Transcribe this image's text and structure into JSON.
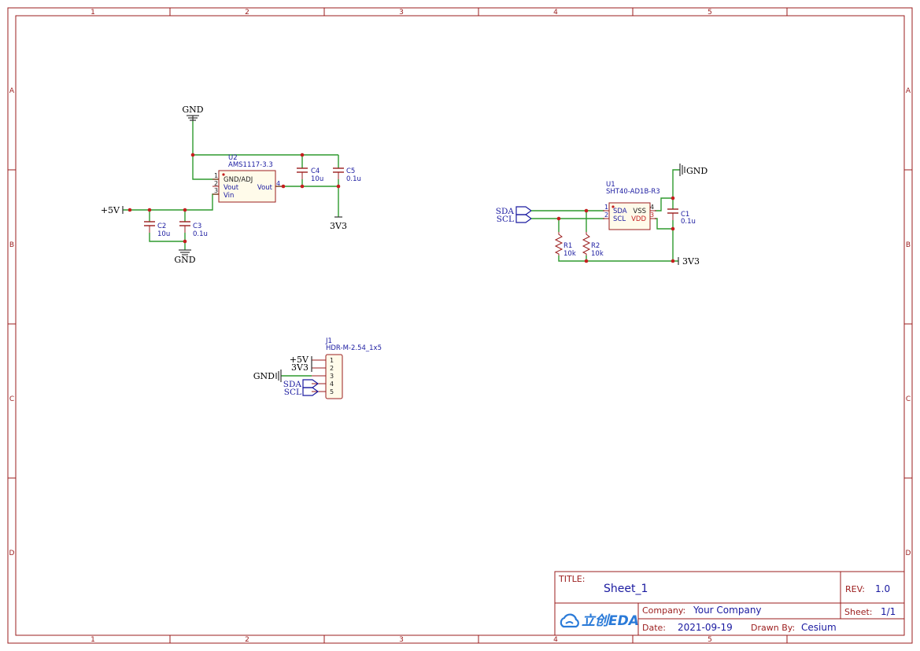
{
  "frame": {
    "columns": [
      "1",
      "2",
      "3",
      "4",
      "5"
    ],
    "rows": [
      "A",
      "B",
      "C",
      "D"
    ]
  },
  "nets": {
    "gnd": "GND",
    "v5": "+5V",
    "v33": "3V3",
    "sda": "SDA",
    "scl": "SCL"
  },
  "u2": {
    "ref": "U2",
    "value": "AMS1117-3.3",
    "pins": [
      {
        "num": "1",
        "name": "GND/ADJ"
      },
      {
        "num": "2",
        "name": "Vout"
      },
      {
        "num": "3",
        "name": "Vin"
      },
      {
        "num": "4",
        "name": "Vout"
      }
    ]
  },
  "u1": {
    "ref": "U1",
    "value": "SHT40-AD1B-R3",
    "pins": [
      {
        "num": "1",
        "name": "SDA"
      },
      {
        "num": "2",
        "name": "SCL"
      },
      {
        "num": "3",
        "name": "VDD"
      },
      {
        "num": "4",
        "name": "VSS"
      }
    ]
  },
  "j1": {
    "ref": "J1",
    "value": "HDR-M-2.54_1x5",
    "pins": [
      "1",
      "2",
      "3",
      "4",
      "5"
    ]
  },
  "caps": {
    "c1": {
      "ref": "C1",
      "value": "0.1u"
    },
    "c2": {
      "ref": "C2",
      "value": "10u"
    },
    "c3": {
      "ref": "C3",
      "value": "0.1u"
    },
    "c4": {
      "ref": "C4",
      "value": "10u"
    },
    "c5": {
      "ref": "C5",
      "value": "0.1u"
    }
  },
  "resistors": {
    "r1": {
      "ref": "R1",
      "value": "10k"
    },
    "r2": {
      "ref": "R2",
      "value": "10k"
    }
  },
  "title_block": {
    "title_label": "TITLE:",
    "title": "Sheet_1",
    "rev_label": "REV:",
    "rev": "1.0",
    "company_label": "Company:",
    "company": "Your Company",
    "sheet_label": "Sheet:",
    "sheet": "1/1",
    "date_label": "Date:",
    "date": "2021-09-19",
    "drawn_label": "Drawn By:",
    "drawn_by": "Cesium",
    "logo_text": "立创EDA"
  },
  "colors": {
    "wire": "#2e9a2e",
    "frame": "#9b1c1c",
    "label_blue": "#1a1aa0",
    "junction": "#c41e1e",
    "logo": "#2a7ad8"
  }
}
